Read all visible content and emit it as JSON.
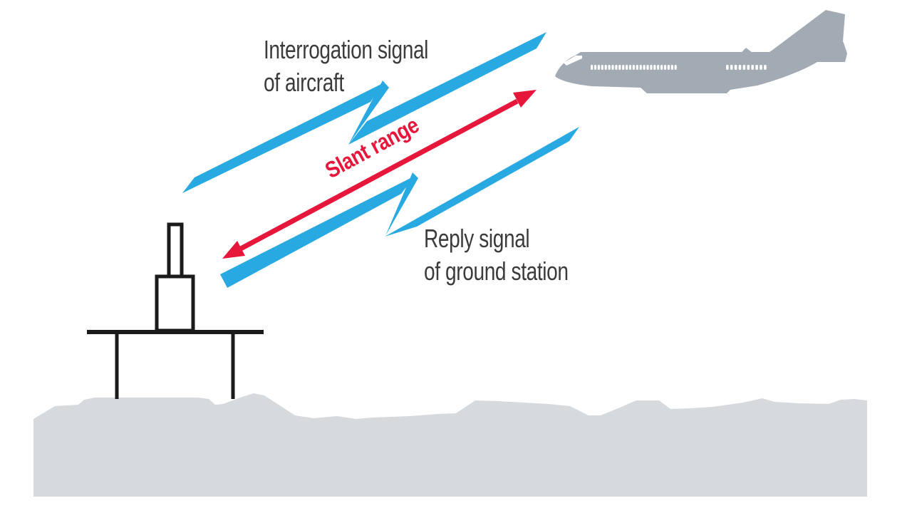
{
  "figure": {
    "description": "DME slant range diagram with aircraft, ground station, signal bolts and slant-range arrow"
  },
  "labels": {
    "interrogation_line1": "Interrogation signal",
    "interrogation_line2": "of aircraft",
    "slant_range": "Slant range",
    "reply_line1": "Reply signal",
    "reply_line2": "of ground station"
  },
  "colors": {
    "signal_blue": "#29a9e1",
    "range_red": "#e6173a",
    "aircraft_gray": "#a2abb3",
    "terrain_gray": "#d6dadd",
    "station_black": "#1a1a1a",
    "label_dark": "#3b3b3c",
    "window_white": "#ffffff"
  },
  "diagram": {
    "aircraft": "passenger-jet-silhouette-facing-left",
    "ground_station": "dme-ground-station-antenna",
    "terrain": "ground-terrain-strip",
    "interrogation_signal_shape": "lightning-bolt-up-right",
    "reply_signal_shape": "lightning-bolt-down-left",
    "slant_range_shape": "double-headed-arrow",
    "aircraft_windows": {
      "front_count": 25,
      "rear_count": 10
    }
  }
}
